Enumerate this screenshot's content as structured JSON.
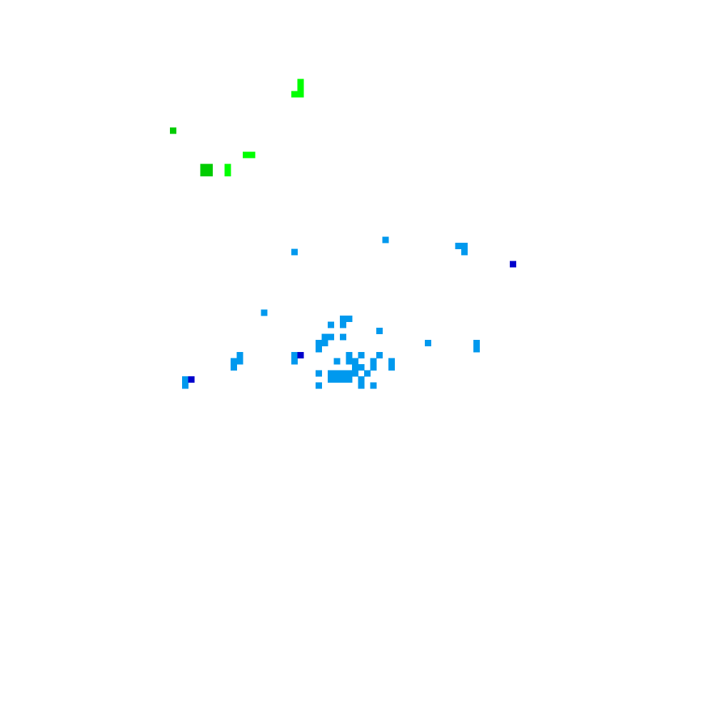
{
  "map": {
    "background": "#ffffff",
    "grid_unit": 8.5,
    "categories": [
      {
        "key": "bright-green",
        "color": "#00ff00",
        "cells": [
          [
            49,
            13
          ],
          [
            49,
            14
          ],
          [
            48,
            15
          ],
          [
            49,
            15
          ],
          [
            40,
            25
          ],
          [
            41,
            25
          ],
          [
            37,
            27
          ],
          [
            37,
            28
          ]
        ]
      },
      {
        "key": "green",
        "color": "#00cc00",
        "cells": [
          [
            28,
            21
          ],
          [
            33,
            27
          ],
          [
            34,
            27
          ],
          [
            33,
            28
          ],
          [
            34,
            28
          ]
        ]
      },
      {
        "key": "light-blue",
        "color": "#0099ee",
        "cells": [
          [
            63,
            39
          ],
          [
            75,
            40
          ],
          [
            76,
            40
          ],
          [
            76,
            41
          ],
          [
            48,
            41
          ],
          [
            43,
            51
          ],
          [
            56,
            52
          ],
          [
            57,
            52
          ],
          [
            54,
            53
          ],
          [
            56,
            53
          ],
          [
            62,
            54
          ],
          [
            53,
            55
          ],
          [
            54,
            55
          ],
          [
            56,
            55
          ],
          [
            52,
            56
          ],
          [
            53,
            56
          ],
          [
            70,
            56
          ],
          [
            78,
            56
          ],
          [
            78,
            57
          ],
          [
            52,
            57
          ],
          [
            39,
            58
          ],
          [
            48,
            58
          ],
          [
            57,
            58
          ],
          [
            59,
            58
          ],
          [
            62,
            58
          ],
          [
            38,
            59
          ],
          [
            39,
            59
          ],
          [
            48,
            59
          ],
          [
            55,
            59
          ],
          [
            57,
            59
          ],
          [
            58,
            59
          ],
          [
            61,
            59
          ],
          [
            64,
            59
          ],
          [
            38,
            60
          ],
          [
            58,
            60
          ],
          [
            59,
            60
          ],
          [
            61,
            60
          ],
          [
            64,
            60
          ],
          [
            52,
            61
          ],
          [
            54,
            61
          ],
          [
            55,
            61
          ],
          [
            56,
            61
          ],
          [
            57,
            61
          ],
          [
            58,
            61
          ],
          [
            60,
            61
          ],
          [
            54,
            62
          ],
          [
            55,
            62
          ],
          [
            56,
            62
          ],
          [
            57,
            62
          ],
          [
            59,
            62
          ],
          [
            30,
            62
          ],
          [
            30,
            63
          ],
          [
            52,
            63
          ],
          [
            59,
            63
          ],
          [
            61,
            63
          ]
        ]
      },
      {
        "key": "blue",
        "color": "#0000cc",
        "cells": [
          [
            84,
            43
          ],
          [
            49,
            58
          ],
          [
            31,
            62
          ]
        ]
      }
    ]
  }
}
